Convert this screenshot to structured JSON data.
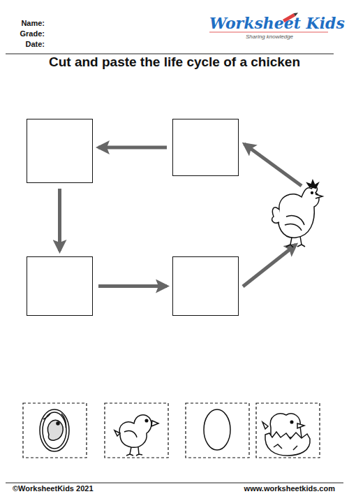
{
  "diagram": {
    "title": "Cut and paste the life cycle of a chicken",
    "nodes": [
      {
        "text": []
      },
      {
        "text": []
      },
      {
        "text": []
      },
      {
        "text": []
      }
    ],
    "edges": [
      {
        "from": 1,
        "to": 0,
        "arrow": "to"
      },
      {
        "from": 0,
        "to": 2,
        "arrow": "to"
      },
      {
        "from": 2,
        "to": 3,
        "arrow": "to"
      }
    ],
    "labels": [
      "Name:",
      "Grade:",
      "Date:",
      "Worksheet Kids",
      "Sharing knowledge",
      "©WorksheetKids 2021",
      "www.worksheetkids.com"
    ]
  }
}
